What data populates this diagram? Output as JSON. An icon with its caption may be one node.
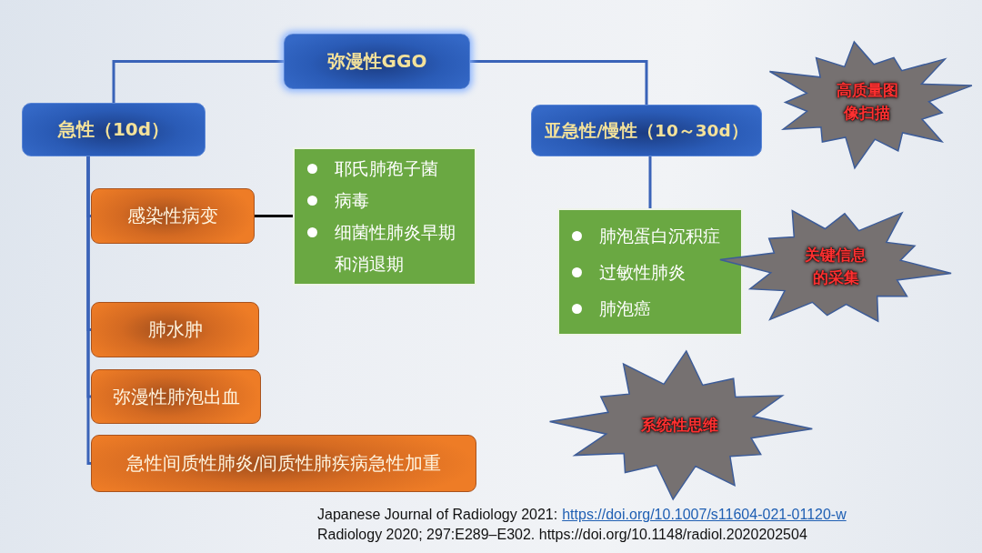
{
  "diagram": {
    "nodes": [
      {
        "text": [
          "弥漫性GGO"
        ]
      },
      {
        "text": [
          "急性（10d）"
        ]
      },
      {
        "text": [
          "亚急性/慢性（10～30d）"
        ]
      },
      {
        "text": [
          "感染性病变"
        ]
      },
      {
        "text": [
          "耶氏肺孢子菌",
          "病毒",
          "细菌性肺炎早期和消退期"
        ]
      },
      {
        "text": [
          "肺水肿"
        ]
      },
      {
        "text": [
          "弥漫性肺泡出血"
        ]
      },
      {
        "text": [
          "急性间质性肺炎/间质性肺疾病急性加重"
        ]
      },
      {
        "text": [
          "肺泡蛋白沉积症",
          "过敏性肺炎",
          "肺泡癌"
        ]
      },
      {
        "text": [
          "高质量图像扫描"
        ]
      },
      {
        "text": [
          "关键信息的采集"
        ]
      },
      {
        "text": [
          "系统性思维"
        ]
      }
    ],
    "edges": [
      {
        "from": 0,
        "to": 1,
        "arrow": "none"
      },
      {
        "from": 0,
        "to": 2,
        "arrow": "none"
      },
      {
        "from": 1,
        "to": 3,
        "arrow": "none"
      },
      {
        "from": 3,
        "to": 4,
        "arrow": "none",
        "color": "#000000"
      },
      {
        "from": 1,
        "to": 5,
        "arrow": "none"
      },
      {
        "from": 1,
        "to": 6,
        "arrow": "none"
      },
      {
        "from": 1,
        "to": 7,
        "arrow": "none"
      },
      {
        "from": 2,
        "to": 8,
        "arrow": "none"
      }
    ],
    "labels": [
      "Japanese Journal of Radiology 2021:",
      "https://doi.org/10.1007/s11604-021-01120-w",
      "Radiology 2020; 297:E289–E302. https://doi.org/10.1148/radiol.2020202504"
    ]
  }
}
